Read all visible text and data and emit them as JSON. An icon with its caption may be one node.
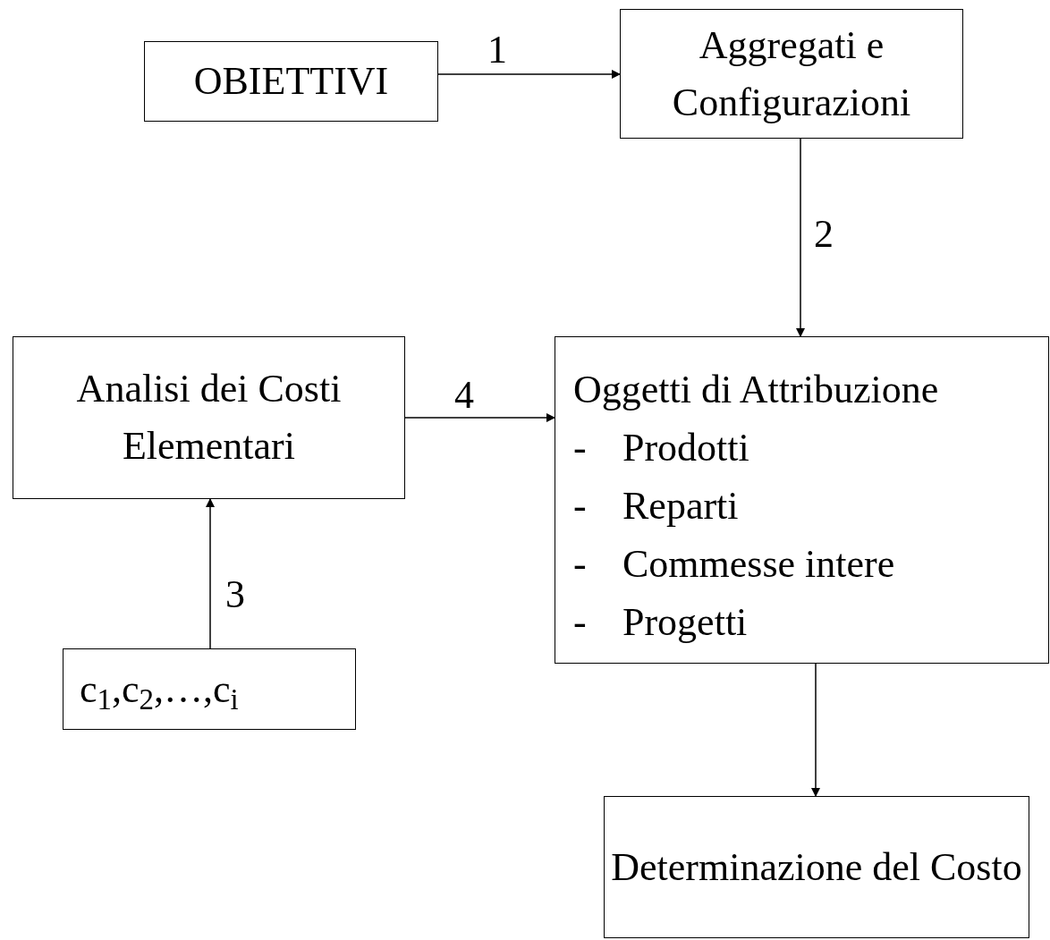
{
  "diagram": {
    "nodes": [
      {
        "text": [
          "OBIETTIVI"
        ]
      },
      {
        "text": [
          "Aggregati e Configurazioni"
        ]
      },
      {
        "text": [
          "Analisi dei Costi Elementari"
        ]
      },
      {
        "text": [
          "Oggetti di Attribuzione",
          "-\tProdotti",
          "-\tReparti",
          "-\tCommesse intere",
          "-\tProgetti"
        ]
      },
      {
        "text": [
          "c$_{1}$,c$_{2}$,…,c$_{i}$"
        ]
      },
      {
        "text": [
          "Determinazione del Costo"
        ]
      }
    ],
    "edges": [
      {
        "from": 0,
        "to": 1,
        "arrow": "to",
        "label": "1"
      },
      {
        "from": 1,
        "to": 3,
        "arrow": "to",
        "label": "2"
      },
      {
        "from": 4,
        "to": 2,
        "arrow": "to",
        "label": "3"
      },
      {
        "from": 2,
        "to": 3,
        "arrow": "to",
        "label": "4"
      },
      {
        "from": 3,
        "to": 5,
        "arrow": "to"
      }
    ]
  }
}
